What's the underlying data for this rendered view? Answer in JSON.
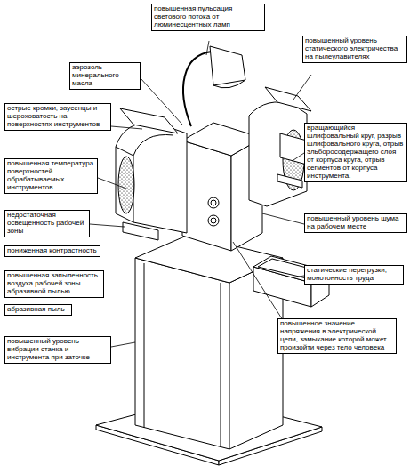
{
  "diagram": {
    "nodes": [
      {
        "text": [
          "повышенная пульсация светового потока от люминесцентных ламп"
        ]
      },
      {
        "text": [
          "повышенный уровень статического электричества на пылеулавителях"
        ]
      },
      {
        "text": [
          "аэрозоль минерального масла"
        ]
      },
      {
        "text": [
          "острые кромки, заусенцы и шероховатость на поверхностях инструментов"
        ]
      },
      {
        "text": [
          "вращающийся шлифовальный круг, разрыв шлифовального круга, отрыв эльборосодержащего слоя от корпуса круга, отрыв сегментов от корпуса инструмента."
        ]
      },
      {
        "text": [
          "повышенная температура поверхностей обрабатываемых инструментов"
        ]
      },
      {
        "text": [
          "недостаточная освещенность рабочей зоны"
        ]
      },
      {
        "text": [
          "повышенный уровень шума на рабочем месте"
        ]
      },
      {
        "text": [
          "пониженная контрастность"
        ]
      },
      {
        "text": [
          "статические перегрузки; монотонность труда"
        ]
      },
      {
        "text": [
          "повышенная запыленность воздуха рабочей зоны абразивной пылью"
        ]
      },
      {
        "text": [
          "абразивная пыль"
        ]
      },
      {
        "text": [
          "повышенное значение напряжения в электрической цепи, замыкание которой может произойти через тело человека"
        ]
      },
      {
        "text": [
          "повышенный уровень вибрации станка и инструмента при заточке"
        ]
      }
    ]
  }
}
